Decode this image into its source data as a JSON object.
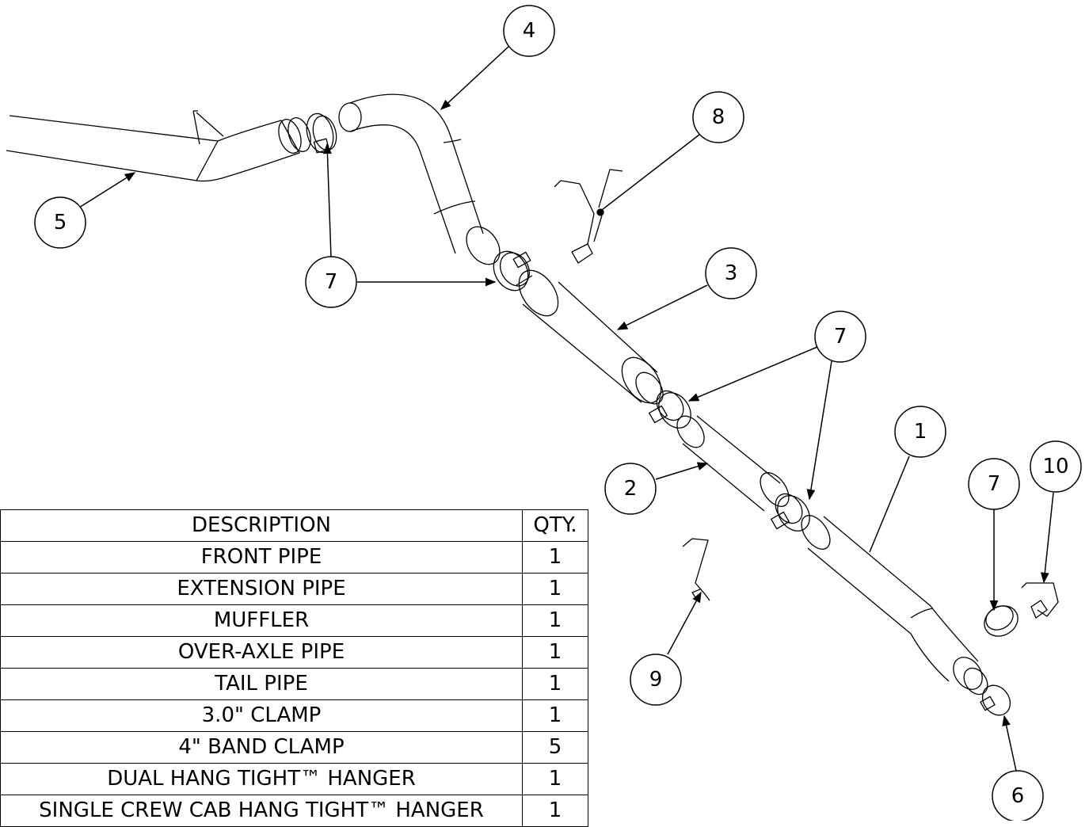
{
  "balloons": [
    {
      "id": "b4",
      "label": "4"
    },
    {
      "id": "b8",
      "label": "8"
    },
    {
      "id": "b5",
      "label": "5"
    },
    {
      "id": "b7a",
      "label": "7"
    },
    {
      "id": "b3",
      "label": "3"
    },
    {
      "id": "b7b",
      "label": "7"
    },
    {
      "id": "b1",
      "label": "1"
    },
    {
      "id": "b2",
      "label": "2"
    },
    {
      "id": "b7c",
      "label": "7"
    },
    {
      "id": "b10",
      "label": "10"
    },
    {
      "id": "b9",
      "label": "9"
    },
    {
      "id": "b6",
      "label": "6"
    }
  ],
  "bom": {
    "header": {
      "description": "DESCRIPTION",
      "qty": "QTY."
    },
    "rows": [
      {
        "description": "FRONT PIPE",
        "qty": "1"
      },
      {
        "description": "EXTENSION PIPE",
        "qty": "1"
      },
      {
        "description": "MUFFLER",
        "qty": "1"
      },
      {
        "description": "OVER-AXLE PIPE",
        "qty": "1"
      },
      {
        "description": "TAIL PIPE",
        "qty": "1"
      },
      {
        "description": "3.0\" CLAMP",
        "qty": "1"
      },
      {
        "description": "4\" BAND CLAMP",
        "qty": "5"
      },
      {
        "description": "DUAL HANG TIGHT™ HANGER",
        "qty": "1"
      },
      {
        "description": "SINGLE CREW CAB HANG TIGHT™ HANGER",
        "qty": "1"
      }
    ]
  }
}
